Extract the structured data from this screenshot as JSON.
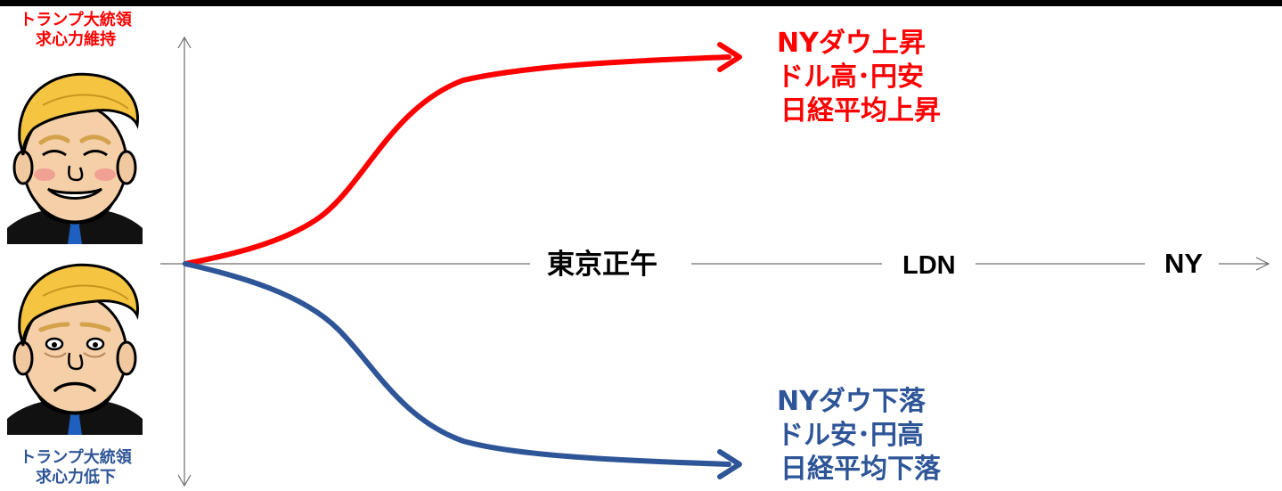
{
  "colors": {
    "bull": "#ff0000",
    "bear": "#2e5597",
    "axis": "#6e6e6e",
    "text": "#000000"
  },
  "bull_caption": {
    "line1": "トランプ大統領",
    "line2": "求心力維持"
  },
  "bear_caption": {
    "line1": "トランプ大統領",
    "line2": "求心力低下"
  },
  "bull_outcome": {
    "line1": "NYダウ上昇",
    "line2": "ドル高･円安",
    "line3": "日経平均上昇"
  },
  "bear_outcome": {
    "line1": "NYダウ下落",
    "line2": "ドル安･円高",
    "line3": "日経平均下落"
  },
  "timeline": {
    "tokyo": "東京正午",
    "london": "LDN",
    "newyork": "NY"
  },
  "icons": {
    "bull_face": "smiling-trump-face-icon",
    "bear_face": "sad-trump-face-icon"
  }
}
